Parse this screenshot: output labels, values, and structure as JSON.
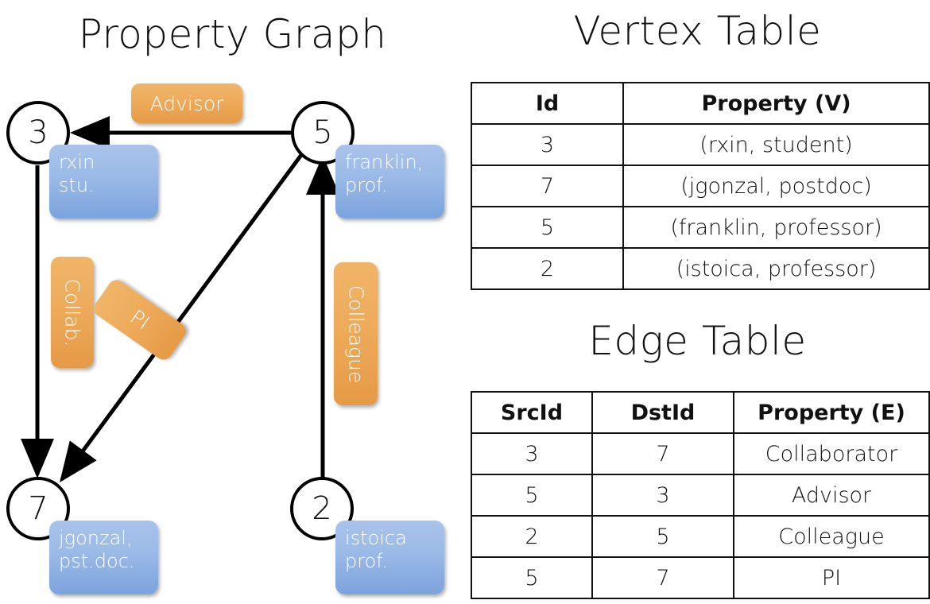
{
  "titles": {
    "graph": "Property Graph",
    "vertex": "Vertex Table",
    "edge": "Edge Table"
  },
  "graph": {
    "nodes": [
      {
        "id": "3",
        "property": "rxin\nstu."
      },
      {
        "id": "5",
        "property": "franklin,\nprof."
      },
      {
        "id": "7",
        "property": "jgonzal,\npst.doc."
      },
      {
        "id": "2",
        "property": "istoica\nprof."
      }
    ],
    "node_labels": {
      "n3": "3",
      "n5": "5",
      "n7": "7",
      "n2": "2"
    },
    "properties": {
      "p3_l1": "rxin",
      "p3_l2": "stu.",
      "p5_l1": "franklin,",
      "p5_l2": "prof.",
      "p7_l1": "jgonzal,",
      "p7_l2": "pst.doc.",
      "p2_l1": "istoica",
      "p2_l2": "prof."
    },
    "edge_labels": {
      "advisor": "Advisor",
      "collab": "Collab.",
      "pi": "PI",
      "colleague": "Colleague"
    },
    "edges": [
      {
        "from": "5",
        "to": "3",
        "label": "Advisor"
      },
      {
        "from": "3",
        "to": "7",
        "label": "Collab."
      },
      {
        "from": "5",
        "to": "7",
        "label": "PI"
      },
      {
        "from": "2",
        "to": "5",
        "label": "Colleague"
      }
    ]
  },
  "vertex_table": {
    "headers": [
      "Id",
      "Property (V)"
    ],
    "rows": [
      [
        "3",
        "(rxin, student)"
      ],
      [
        "7",
        "(jgonzal, postdoc)"
      ],
      [
        "5",
        "(franklin, professor)"
      ],
      [
        "2",
        "(istoica, professor)"
      ]
    ]
  },
  "edge_table": {
    "headers": [
      "SrcId",
      "DstId",
      "Property (E)"
    ],
    "rows": [
      [
        "3",
        "7",
        "Collaborator"
      ],
      [
        "5",
        "3",
        "Advisor"
      ],
      [
        "2",
        "5",
        "Colleague"
      ],
      [
        "5",
        "7",
        "PI"
      ]
    ]
  },
  "colors": {
    "vertex_property_bg": "#d5e0f2",
    "edge_property_bg": "#f7dec4",
    "node_box_blue": "#9dbbe8",
    "edge_label_orange": "#eeab5b",
    "stroke": "#111111"
  }
}
